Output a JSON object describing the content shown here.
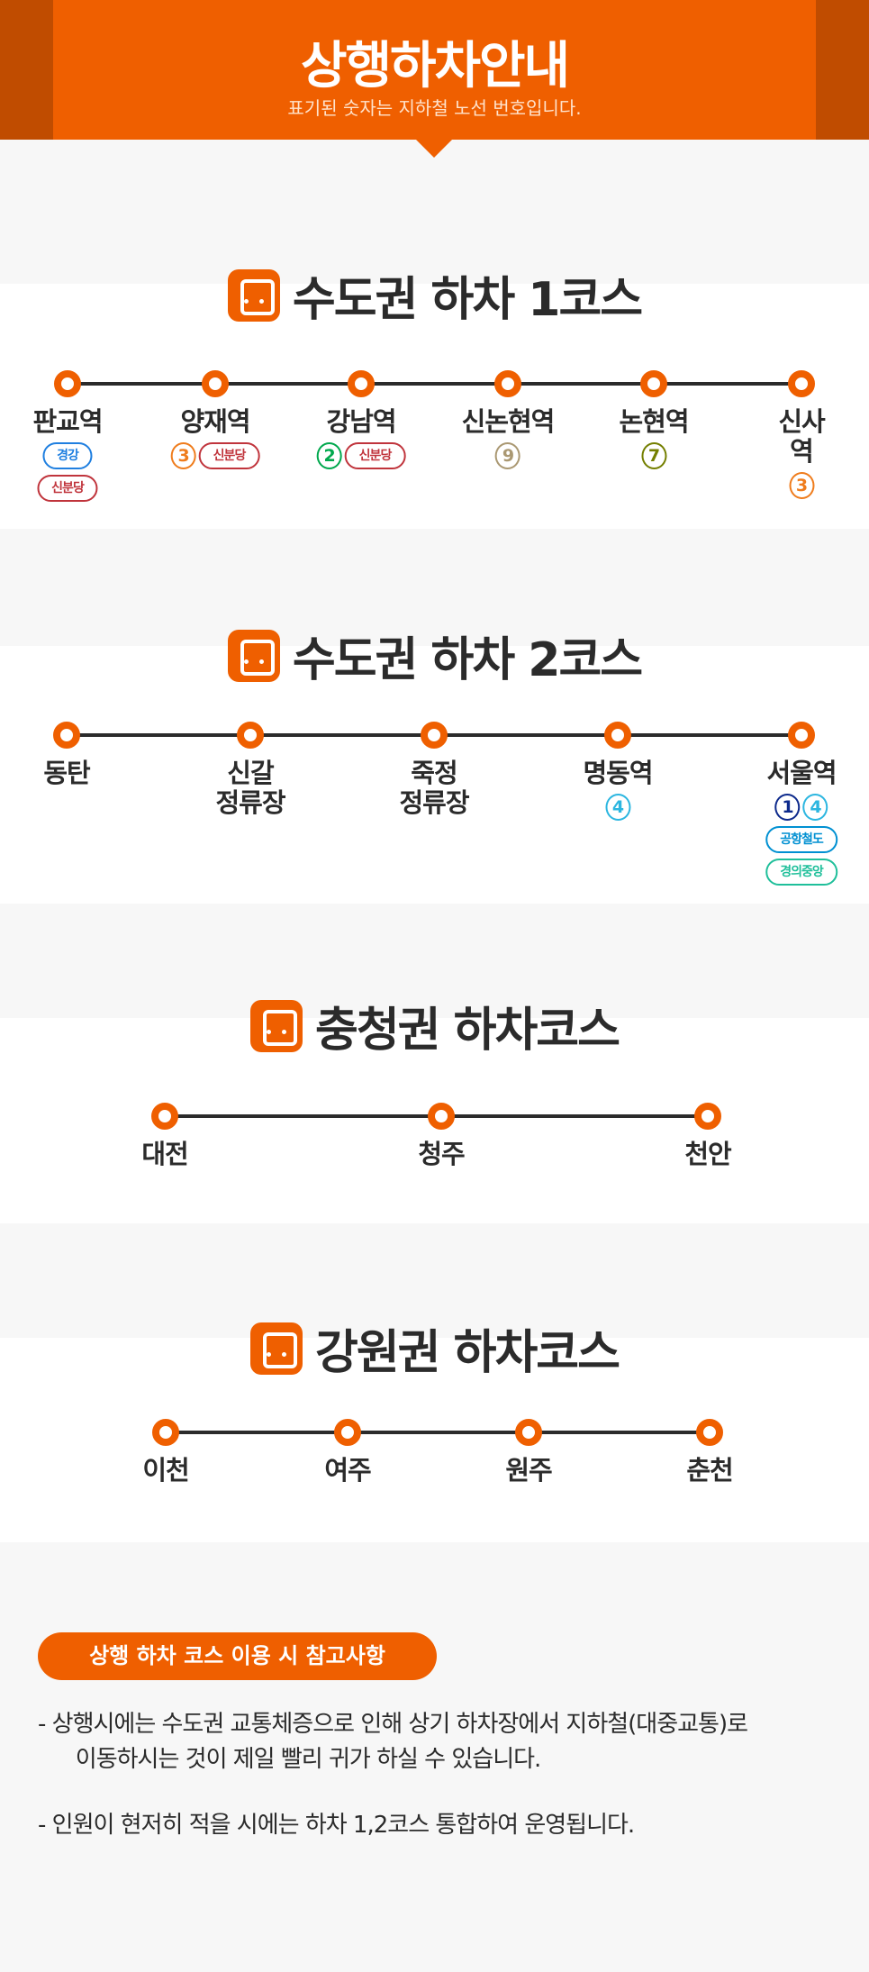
{
  "header": {
    "title": "상행하차안내",
    "subtitle": "표기된 숫자는 지하철 노선 번호입니다."
  },
  "colors": {
    "accent": "#ef5f00",
    "gyeonggang": "#1f7fe0",
    "sinbundang": "#c0343c",
    "line3": "#ef7c1c",
    "line2": "#00a84d",
    "line9": "#aa9872",
    "line7": "#747f00",
    "line4": "#2cb6e0",
    "line1": "#0d2a8c",
    "airport": "#0090d2",
    "gyeongui": "#1fbf9a"
  },
  "courses": [
    {
      "title": "수도권 하차 1코스",
      "stations": [
        {
          "name": "판교역",
          "lines": [],
          "pills": [
            {
              "label": "경강",
              "color": "#1f7fe0"
            },
            {
              "label": "신분당",
              "color": "#c0343c"
            }
          ]
        },
        {
          "name": "양재역",
          "lines": [
            {
              "n": "3",
              "color": "#ef7c1c"
            }
          ],
          "inline_pill": {
            "label": "신분당",
            "color": "#c0343c"
          }
        },
        {
          "name": "강남역",
          "lines": [
            {
              "n": "2",
              "color": "#00a84d"
            }
          ],
          "inline_pill": {
            "label": "신분당",
            "color": "#c0343c"
          }
        },
        {
          "name": "신논현역",
          "lines": [
            {
              "n": "9",
              "color": "#aa9872"
            }
          ]
        },
        {
          "name": "논현역",
          "lines": [
            {
              "n": "7",
              "color": "#747f00"
            }
          ]
        },
        {
          "name": "신사역",
          "lines": [
            {
              "n": "3",
              "color": "#ef7c1c"
            }
          ]
        }
      ]
    },
    {
      "title": "수도권 하차 2코스",
      "stations": [
        {
          "name": "동탄",
          "lines": []
        },
        {
          "name": "신갈\n정류장",
          "lines": []
        },
        {
          "name": "죽정\n정류장",
          "lines": []
        },
        {
          "name": "명동역",
          "lines": [
            {
              "n": "4",
              "color": "#2cb6e0"
            }
          ]
        },
        {
          "name": "서울역",
          "lines": [
            {
              "n": "1",
              "color": "#0d2a8c"
            },
            {
              "n": "4",
              "color": "#2cb6e0"
            }
          ],
          "pills": [
            {
              "label": "공항철도",
              "color": "#0090d2"
            },
            {
              "label": "경의중앙",
              "color": "#1fbf9a"
            }
          ]
        }
      ]
    },
    {
      "title": "충청권 하차코스",
      "stations": [
        {
          "name": "대전"
        },
        {
          "name": "청주"
        },
        {
          "name": "천안"
        }
      ]
    },
    {
      "title": "강원권 하차코스",
      "stations": [
        {
          "name": "이천"
        },
        {
          "name": "여주"
        },
        {
          "name": "원주"
        },
        {
          "name": "춘천"
        }
      ]
    }
  ],
  "notes": {
    "title": "상행 하차 코스 이용 시 참고사항",
    "items": [
      "- 상행시에는 수도권 교통체증으로 인해 상기 하차장에서 지하철(대중교통)로",
      "   이동하시는 것이 제일 빨리 귀가 하실 수 있습니다.",
      "- 인원이 현저히 적을 시에는 하차 1,2코스 통합하여 운영됩니다."
    ]
  }
}
